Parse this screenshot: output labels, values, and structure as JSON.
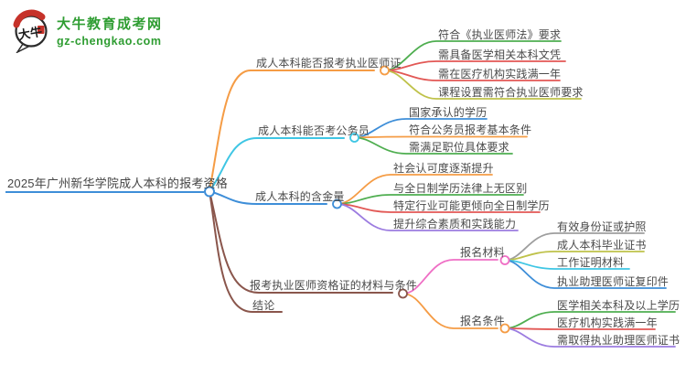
{
  "site": {
    "logo_title": "大牛教育成考网",
    "logo_domain": "gz-chengkao.com",
    "logo_badge": "大牛",
    "brand_color": "#2f9d32",
    "logo_red": "#c6322a"
  },
  "mindmap": {
    "root": {
      "label": "2025年广州新华学院成人本科的报考资格",
      "color": "#3e8ed8"
    },
    "branches": [
      {
        "label": "成人本科能否报考执业医师证",
        "color": "#f59c45",
        "children": [
          {
            "label": "符合《执业医师法》要求",
            "color": "#4fae50"
          },
          {
            "label": "需具备医学相关本科文凭",
            "color": "#e25855"
          },
          {
            "label": "需在医疗机构实践满一年",
            "color": "#e25855"
          },
          {
            "label": "课程设置需符合执业医师要求",
            "color": "#bfc24a"
          }
        ]
      },
      {
        "label": "成人本科能否考公务员",
        "color": "#3fc6e4",
        "children": [
          {
            "label": "国家承认的学历",
            "color": "#3e8ed8"
          },
          {
            "label": "符合公务员报考基本条件",
            "color": "#f59c45"
          },
          {
            "label": "需满足职位具体要求",
            "color": "#4fae50"
          }
        ]
      },
      {
        "label": "成人本科的含金量",
        "color": "#3e8ed8",
        "children": [
          {
            "label": "社会认可度逐渐提升",
            "color": "#f59c45"
          },
          {
            "label": "与全日制学历法律上无区别",
            "color": "#4fae50"
          },
          {
            "label": "特定行业可能更倾向全日制学历",
            "color": "#e25855"
          },
          {
            "label": "提升综合素质和实践能力",
            "color": "#9c7ce0"
          }
        ]
      },
      {
        "label": "报考执业医师资格证的材料与条件",
        "color": "#8a564c",
        "children": [
          {
            "label": "报名材料",
            "color": "#ef6fc5",
            "children": [
              {
                "label": "有效身份证或护照",
                "color": "#9e9e9e"
              },
              {
                "label": "成人本科毕业证书",
                "color": "#bfc24a"
              },
              {
                "label": "工作证明材料",
                "color": "#3fc6e4"
              },
              {
                "label": "执业助理医师证复印件",
                "color": "#3e8ed8"
              }
            ]
          },
          {
            "label": "报名条件",
            "color": "#f59c45",
            "children": [
              {
                "label": "医学相关本科及以上学历",
                "color": "#4fae50"
              },
              {
                "label": "医疗机构实践满一年",
                "color": "#e25855"
              },
              {
                "label": "需取得执业助理医师证书",
                "color": "#9c7ce0"
              }
            ]
          }
        ]
      },
      {
        "label": "结论",
        "color": "#8a564c",
        "children": []
      }
    ]
  }
}
